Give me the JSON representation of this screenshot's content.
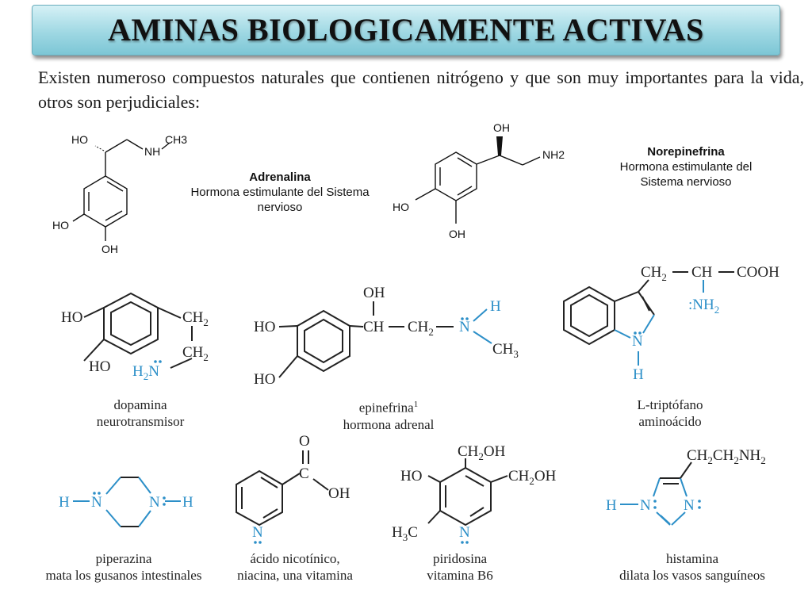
{
  "title": "AMINAS BIOLOGICAMENTE ACTIVAS",
  "intro": "Existen numeroso compuestos naturales que contienen nitrógeno y que son muy importantes para la vida, otros son perjudiciales:",
  "colors": {
    "nitrogen_blue": "#2c8fc8",
    "banner": "#9fd8e3"
  },
  "top_compounds": [
    {
      "name": "Adrenalina",
      "desc": "Hormona estimulante del Sistema nervioso",
      "atoms": {
        "ho_top": "HO",
        "nh": "NH",
        "ch3": "CH3",
        "ho_ring": "HO",
        "oh_ring": "OH"
      }
    },
    {
      "name": "Norepinefrina",
      "desc": "Hormona estimulante del Sistema nervioso",
      "atoms": {
        "oh_top": "OH",
        "nh2": "NH2",
        "ho_ring": "HO",
        "oh_ring": "OH"
      }
    }
  ],
  "compounds": [
    {
      "name": "dopamina",
      "desc": "neurotransmisor"
    },
    {
      "name": "epinefrina",
      "note": "1",
      "desc": "hormona adrenal"
    },
    {
      "name": "L-triptófano",
      "desc": "aminoácido"
    },
    {
      "name": "piperazina",
      "desc": "mata los gusanos intestinales"
    },
    {
      "name": "ácido nicotínico,",
      "desc": "niacina, una vitamina"
    },
    {
      "name": "piridosina",
      "desc": "vitamina B6"
    },
    {
      "name": "histamina",
      "desc": "dilata los vasos sanguíneos"
    }
  ]
}
